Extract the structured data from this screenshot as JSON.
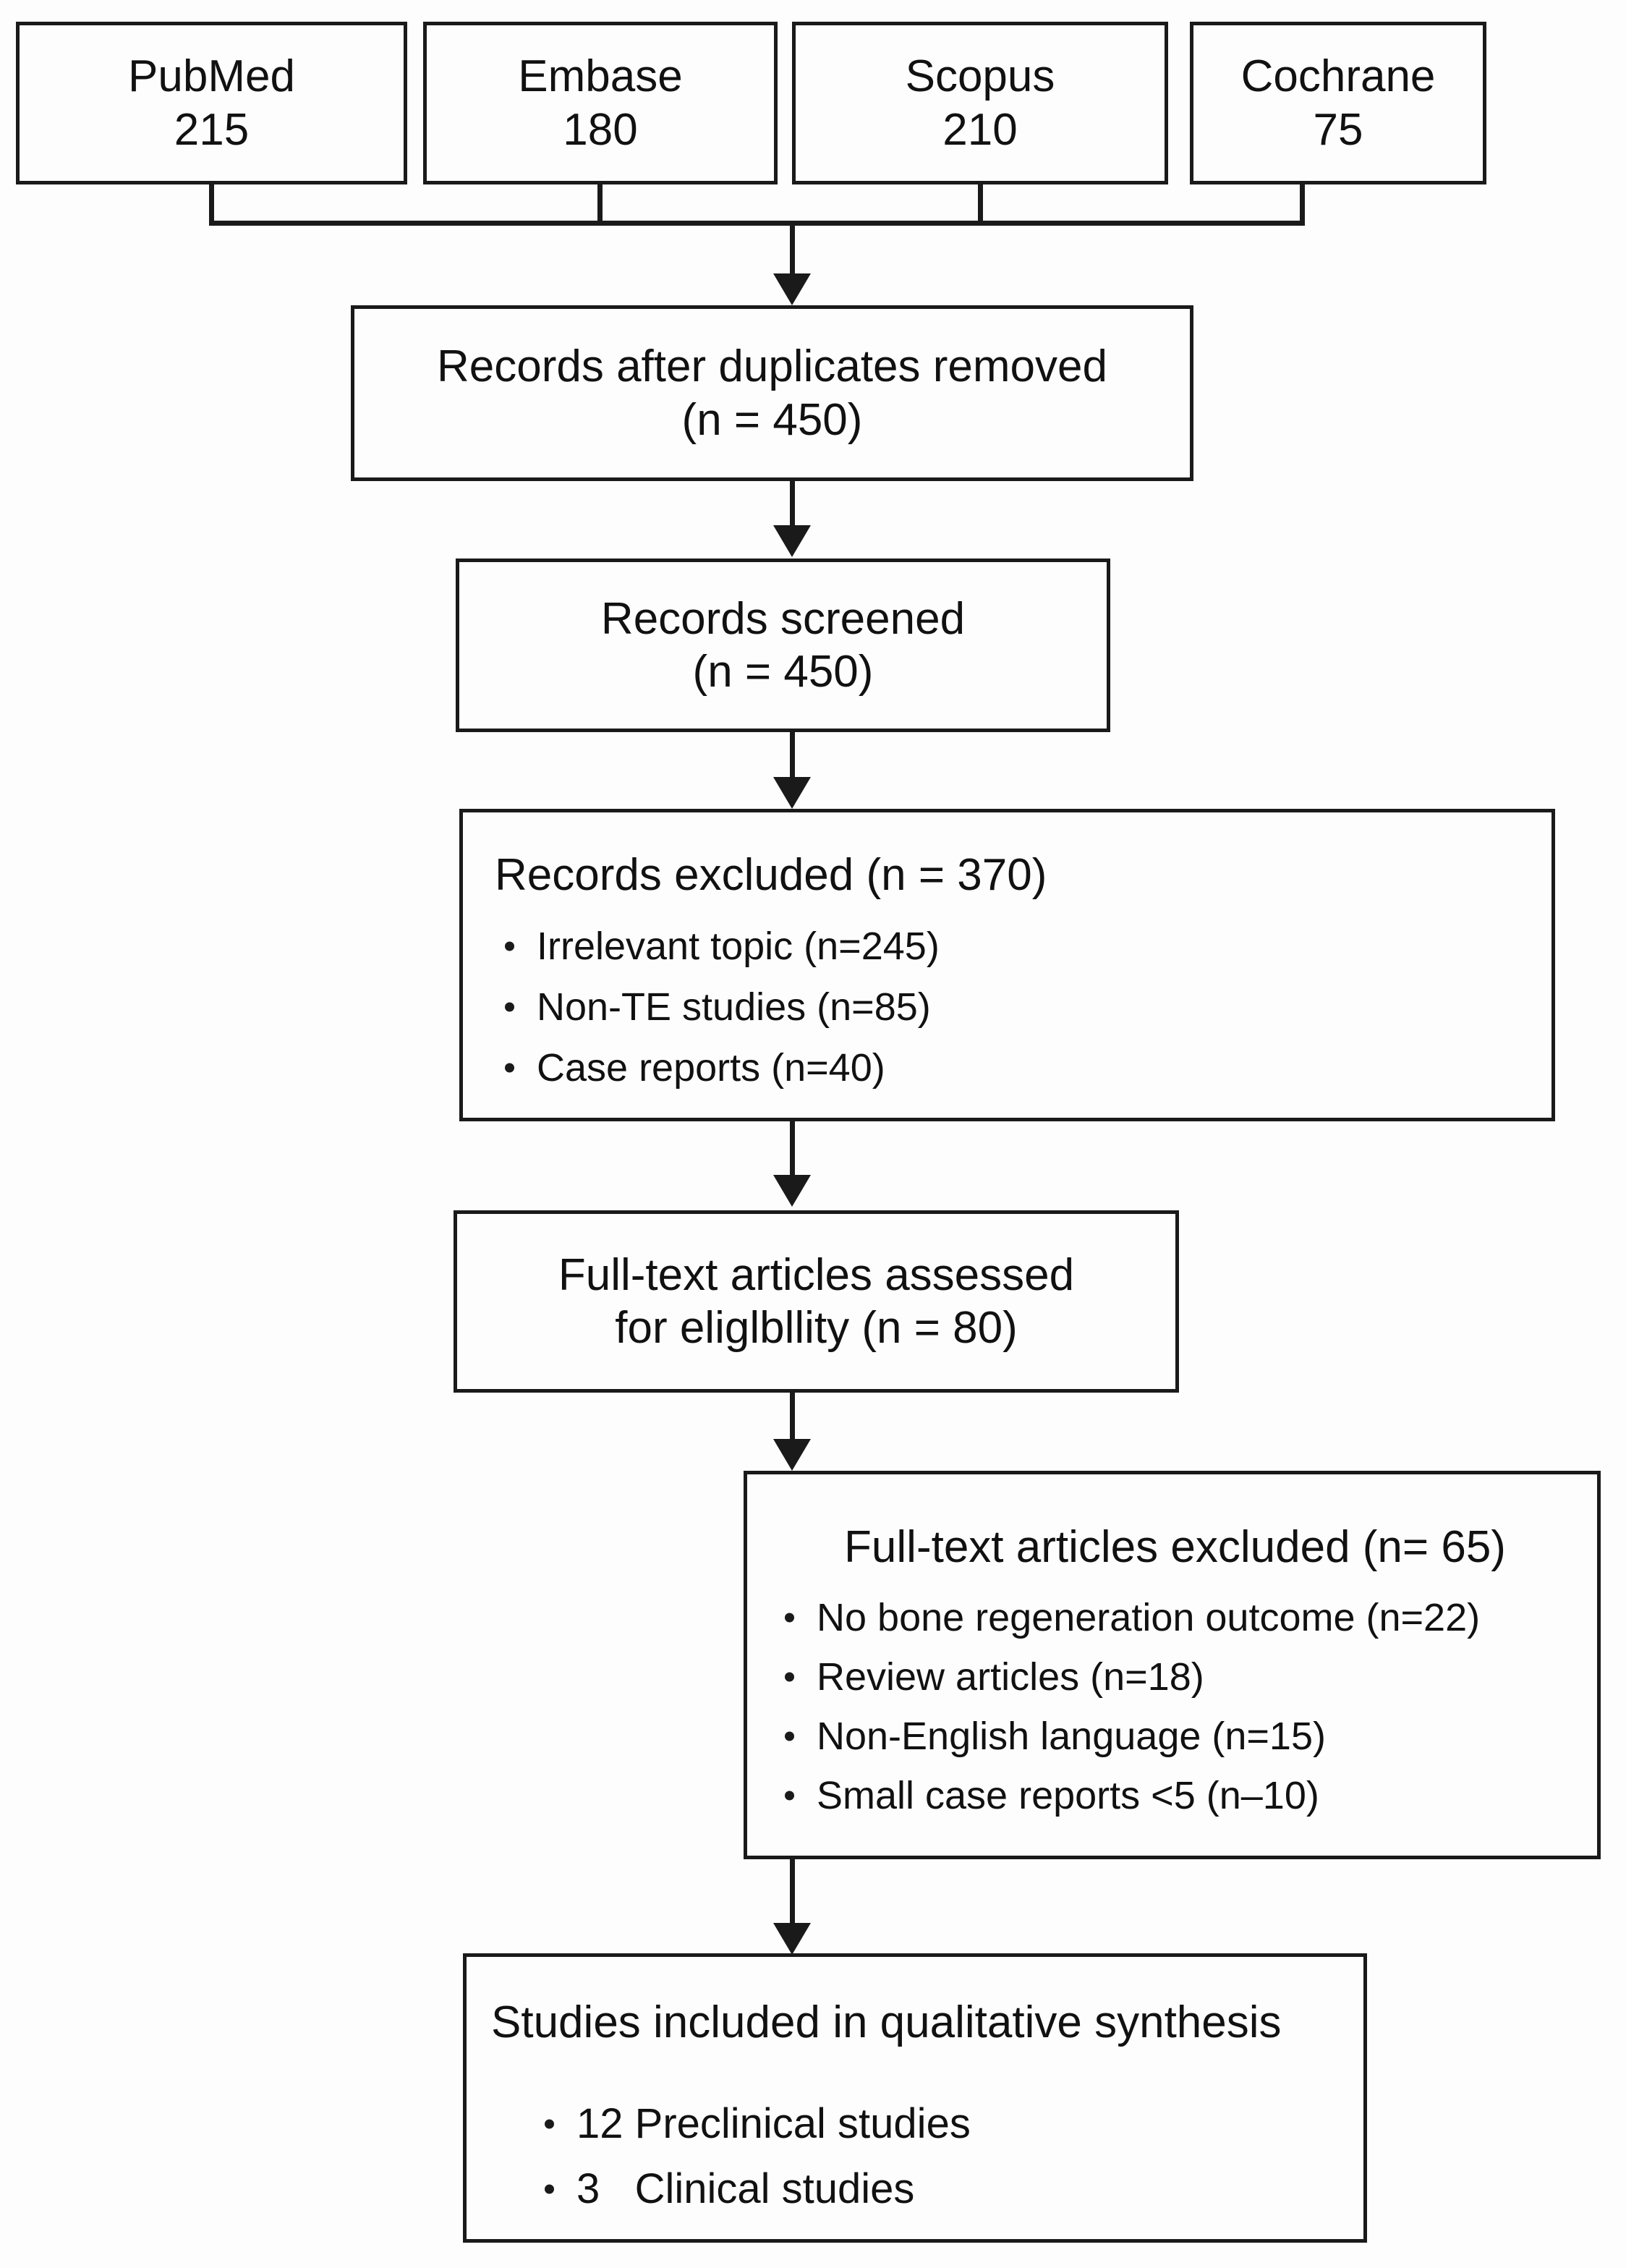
{
  "diagram": {
    "title": "PRISMA flow diagram",
    "colors": {
      "line": "#1a1a1a",
      "box_border": "#1a1a1a",
      "box_fill": "#fdfdfd",
      "page_background": "#ffffff",
      "text": "#111111"
    },
    "sources": [
      {
        "name": "PubMed",
        "count": "215"
      },
      {
        "name": "Embase",
        "count": "180"
      },
      {
        "name": "Scopus",
        "count": "210"
      },
      {
        "name": "Cochrane",
        "count": "75"
      }
    ],
    "duplicates_removed": {
      "line1": "Records after duplicates removed",
      "line2": "(n = 450)"
    },
    "screened": {
      "line1": "Records screened",
      "line2": "(n = 450)"
    },
    "records_excluded": {
      "heading": "Records excluded (n = 370)",
      "items": [
        "Irrelevant topic (n=245)",
        "Non-TE studies (n=85)",
        "Case reports (n=40)"
      ]
    },
    "fulltext_assessed": {
      "line1": "Full-text articles assessed",
      "line2": "for eliglbllity (n = 80)"
    },
    "fulltext_excluded": {
      "heading": "Full-text articles excluded (n= 65)",
      "items": [
        "No bone regeneration outcome (n=22)",
        "Review articles (n=18)",
        "Non-English language (n=15)",
        "Small case reports <5 (n–10)"
      ]
    },
    "included": {
      "heading": "Studies included in qualitative synthesis",
      "items": [
        "12 Preclinical studies",
        "3   Clinical studies"
      ]
    }
  }
}
